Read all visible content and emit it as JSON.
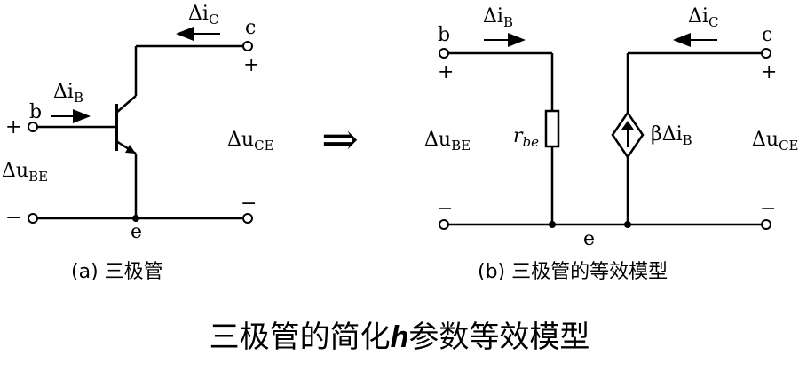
{
  "diagram_a": {
    "caption": "(a) 三极管",
    "ib_label": "Δi",
    "ib_sub": "B",
    "ic_label": "Δi",
    "ic_sub": "C",
    "b": "b",
    "c": "c",
    "e": "e",
    "ube_label": "Δu",
    "ube_sub": "BE",
    "uce_label": "Δu",
    "uce_sub": "CE",
    "plus": "+",
    "minus": "−"
  },
  "diagram_b": {
    "caption": "(b) 三极管的等效模型",
    "ib_label": "Δi",
    "ib_sub": "B",
    "ic_label": "Δi",
    "ic_sub": "C",
    "b": "b",
    "c": "c",
    "e": "e",
    "ube_label": "Δu",
    "ube_sub": "BE",
    "uce_label": "Δu",
    "uce_sub": "CE",
    "rbe_label": "r",
    "rbe_sub": "be",
    "source_label": "βΔi",
    "source_sub": "B",
    "plus": "+",
    "minus": "−"
  },
  "arrow_symbol": "⇒",
  "title": {
    "prefix": "三极管的简化",
    "h": "h",
    "suffix": "参数等效模型"
  }
}
